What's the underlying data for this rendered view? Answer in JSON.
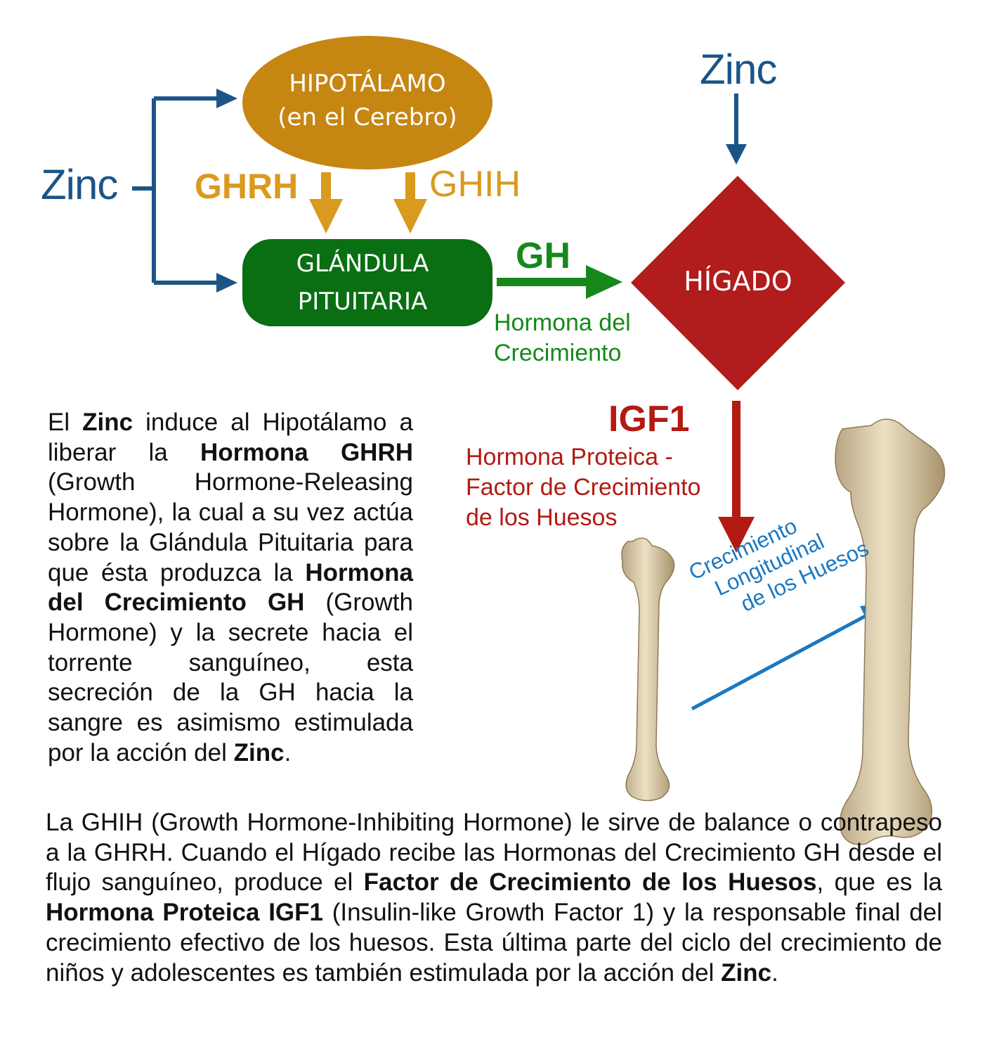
{
  "colors": {
    "zinc": "#1b5588",
    "hypothalamus": "#c68612",
    "pituitary": "#0a6e12",
    "liver": "#b11c1c",
    "bone_growth": "#1a78c2"
  },
  "diagram": {
    "zinc_left": "Zinc",
    "zinc_right": "Zinc",
    "hypothalamus_line1": "HIPOTÁLAMO",
    "hypothalamus_line2": "(en el Cerebro)",
    "ghrh": "GHRH",
    "ghih": "GHIH",
    "pituitary_line1": "GLÁNDULA",
    "pituitary_line2": "PITUITARIA",
    "gh": "GH",
    "gh_desc_line1": "Hormona del",
    "gh_desc_line2": "Crecimiento",
    "liver": "HÍGADO",
    "igf1": "IGF1",
    "igf1_desc_line1": "Hormona Proteica -",
    "igf1_desc_line2": "Factor de Crecimiento",
    "igf1_desc_line3": "de los Huesos",
    "growth_line1": "Crecimiento",
    "growth_line2": "Longitudinal",
    "growth_line3": "de los Huesos"
  },
  "paragraph1": [
    {
      "t": "El "
    },
    {
      "t": "Zinc",
      "b": true
    },
    {
      "t": " induce al Hipotálamo a liberar la "
    },
    {
      "t": "Hormona GHRH",
      "b": true
    },
    {
      "t": " (Growth Hormone-Releasing Hormone), la cual a su vez actúa sobre la Glándula Pituitaria para que ésta produzca la "
    },
    {
      "t": "Hormona del Crecimiento GH",
      "b": true
    },
    {
      "t": " (Growth Hormone) y la secrete hacia el torrente sanguíneo, esta secreción de la GH hacia la sangre es asimismo estimulada por la acción del "
    },
    {
      "t": "Zinc",
      "b": true
    },
    {
      "t": "."
    }
  ],
  "paragraph2": [
    {
      "t": "La GHIH (Growth Hormone-Inhibiting Hormone) le sirve de balance o contrapeso a la GHRH. Cuando el Hígado recibe las Hormonas del Crecimiento GH desde el flujo sanguíneo, produce el "
    },
    {
      "t": "Factor de Crecimiento de los Huesos",
      "b": true
    },
    {
      "t": ", que es la "
    },
    {
      "t": "Hormona Proteica IGF1",
      "b": true
    },
    {
      "t": " (Insulin-like Growth Factor 1) y la responsable final del crecimiento efectivo de los huesos. Esta última parte del ciclo del crecimiento de niños y adolescentes es también estimulada por la acción del "
    },
    {
      "t": "Zinc",
      "b": true
    },
    {
      "t": "."
    }
  ]
}
